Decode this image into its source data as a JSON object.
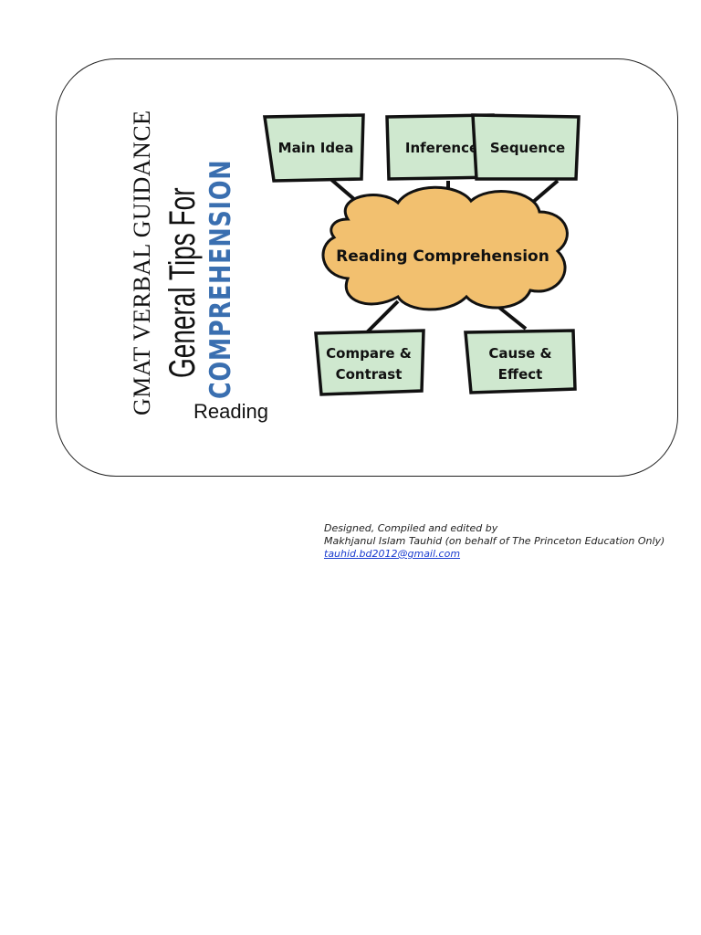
{
  "cover": {
    "title_line1": "GMAT   VERBAL GUIDANCE",
    "title_line2": "General Tips For",
    "title_line3": "COMPREHENSION",
    "title_line4": "Reading"
  },
  "diagram": {
    "center": "Reading Comprehension",
    "top_boxes": [
      "Main Idea",
      "Inference",
      "Sequence"
    ],
    "bottom_boxes": [
      {
        "line1": "Compare &",
        "line2": "Contrast"
      },
      {
        "line1": "Cause &",
        "line2": "Effect"
      }
    ],
    "colors": {
      "box_fill": "#cfe8cf",
      "cloud_fill": "#f2c06f",
      "outline": "#111111"
    }
  },
  "credits": {
    "line1": "Designed, Compiled and edited by",
    "line2": "Makhjanul Islam Tauhid (on behalf of The Princeton Education Only)",
    "email": "tauhid.bd2012@gmail.com"
  }
}
